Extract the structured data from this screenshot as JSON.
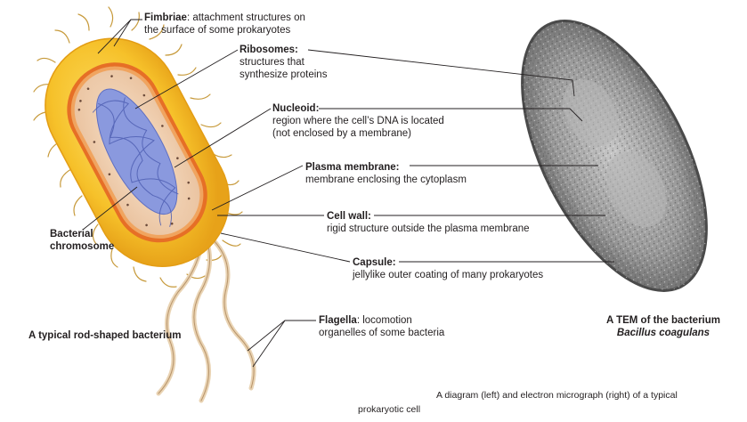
{
  "labels": {
    "fimbriae": {
      "term": "Fimbriae",
      "desc1": ": attachment structures on",
      "desc2": "the surface of some prokaryotes"
    },
    "ribosomes": {
      "term": "Ribosomes",
      "desc1": "structures that",
      "desc2": "synthesize proteins"
    },
    "nucleoid": {
      "term": "Nucleoid",
      "desc1": "region where the cell’s DNA is located",
      "desc2": "(not enclosed by a membrane)"
    },
    "plasma_membrane": {
      "term": "Plasma membrane",
      "desc1": "membrane enclosing the cytoplasm"
    },
    "cell_wall": {
      "term": "Cell wall",
      "desc1": "rigid structure outside the plasma membrane"
    },
    "capsule": {
      "term": "Capsule",
      "desc1": "jellylike outer coating of many prokaryotes"
    },
    "flagella": {
      "term": "Flagella",
      "desc1": ": locomotion",
      "desc2": "organelles of some bacteria"
    },
    "bacterial_chromosome": {
      "line1": "Bacterial",
      "line2": "chromosome"
    }
  },
  "captions": {
    "left": "A typical rod-shaped bacterium",
    "right_line1": "A TEM of the bacterium",
    "right_line2": "Bacillus coagulans"
  },
  "footer": {
    "line1": "A diagram (left) and electron micrograph (right) of a typical",
    "line2": "prokaryotic cell"
  },
  "colors": {
    "capsule": "#f6c12a",
    "capsule_edge": "#e39d14",
    "cell_wall": "#e66f26",
    "cytoplasm": "#f3d5b8",
    "nucleoid": "#7f8fd6",
    "leader": "#231f20",
    "tem": "#8a8a8a"
  }
}
